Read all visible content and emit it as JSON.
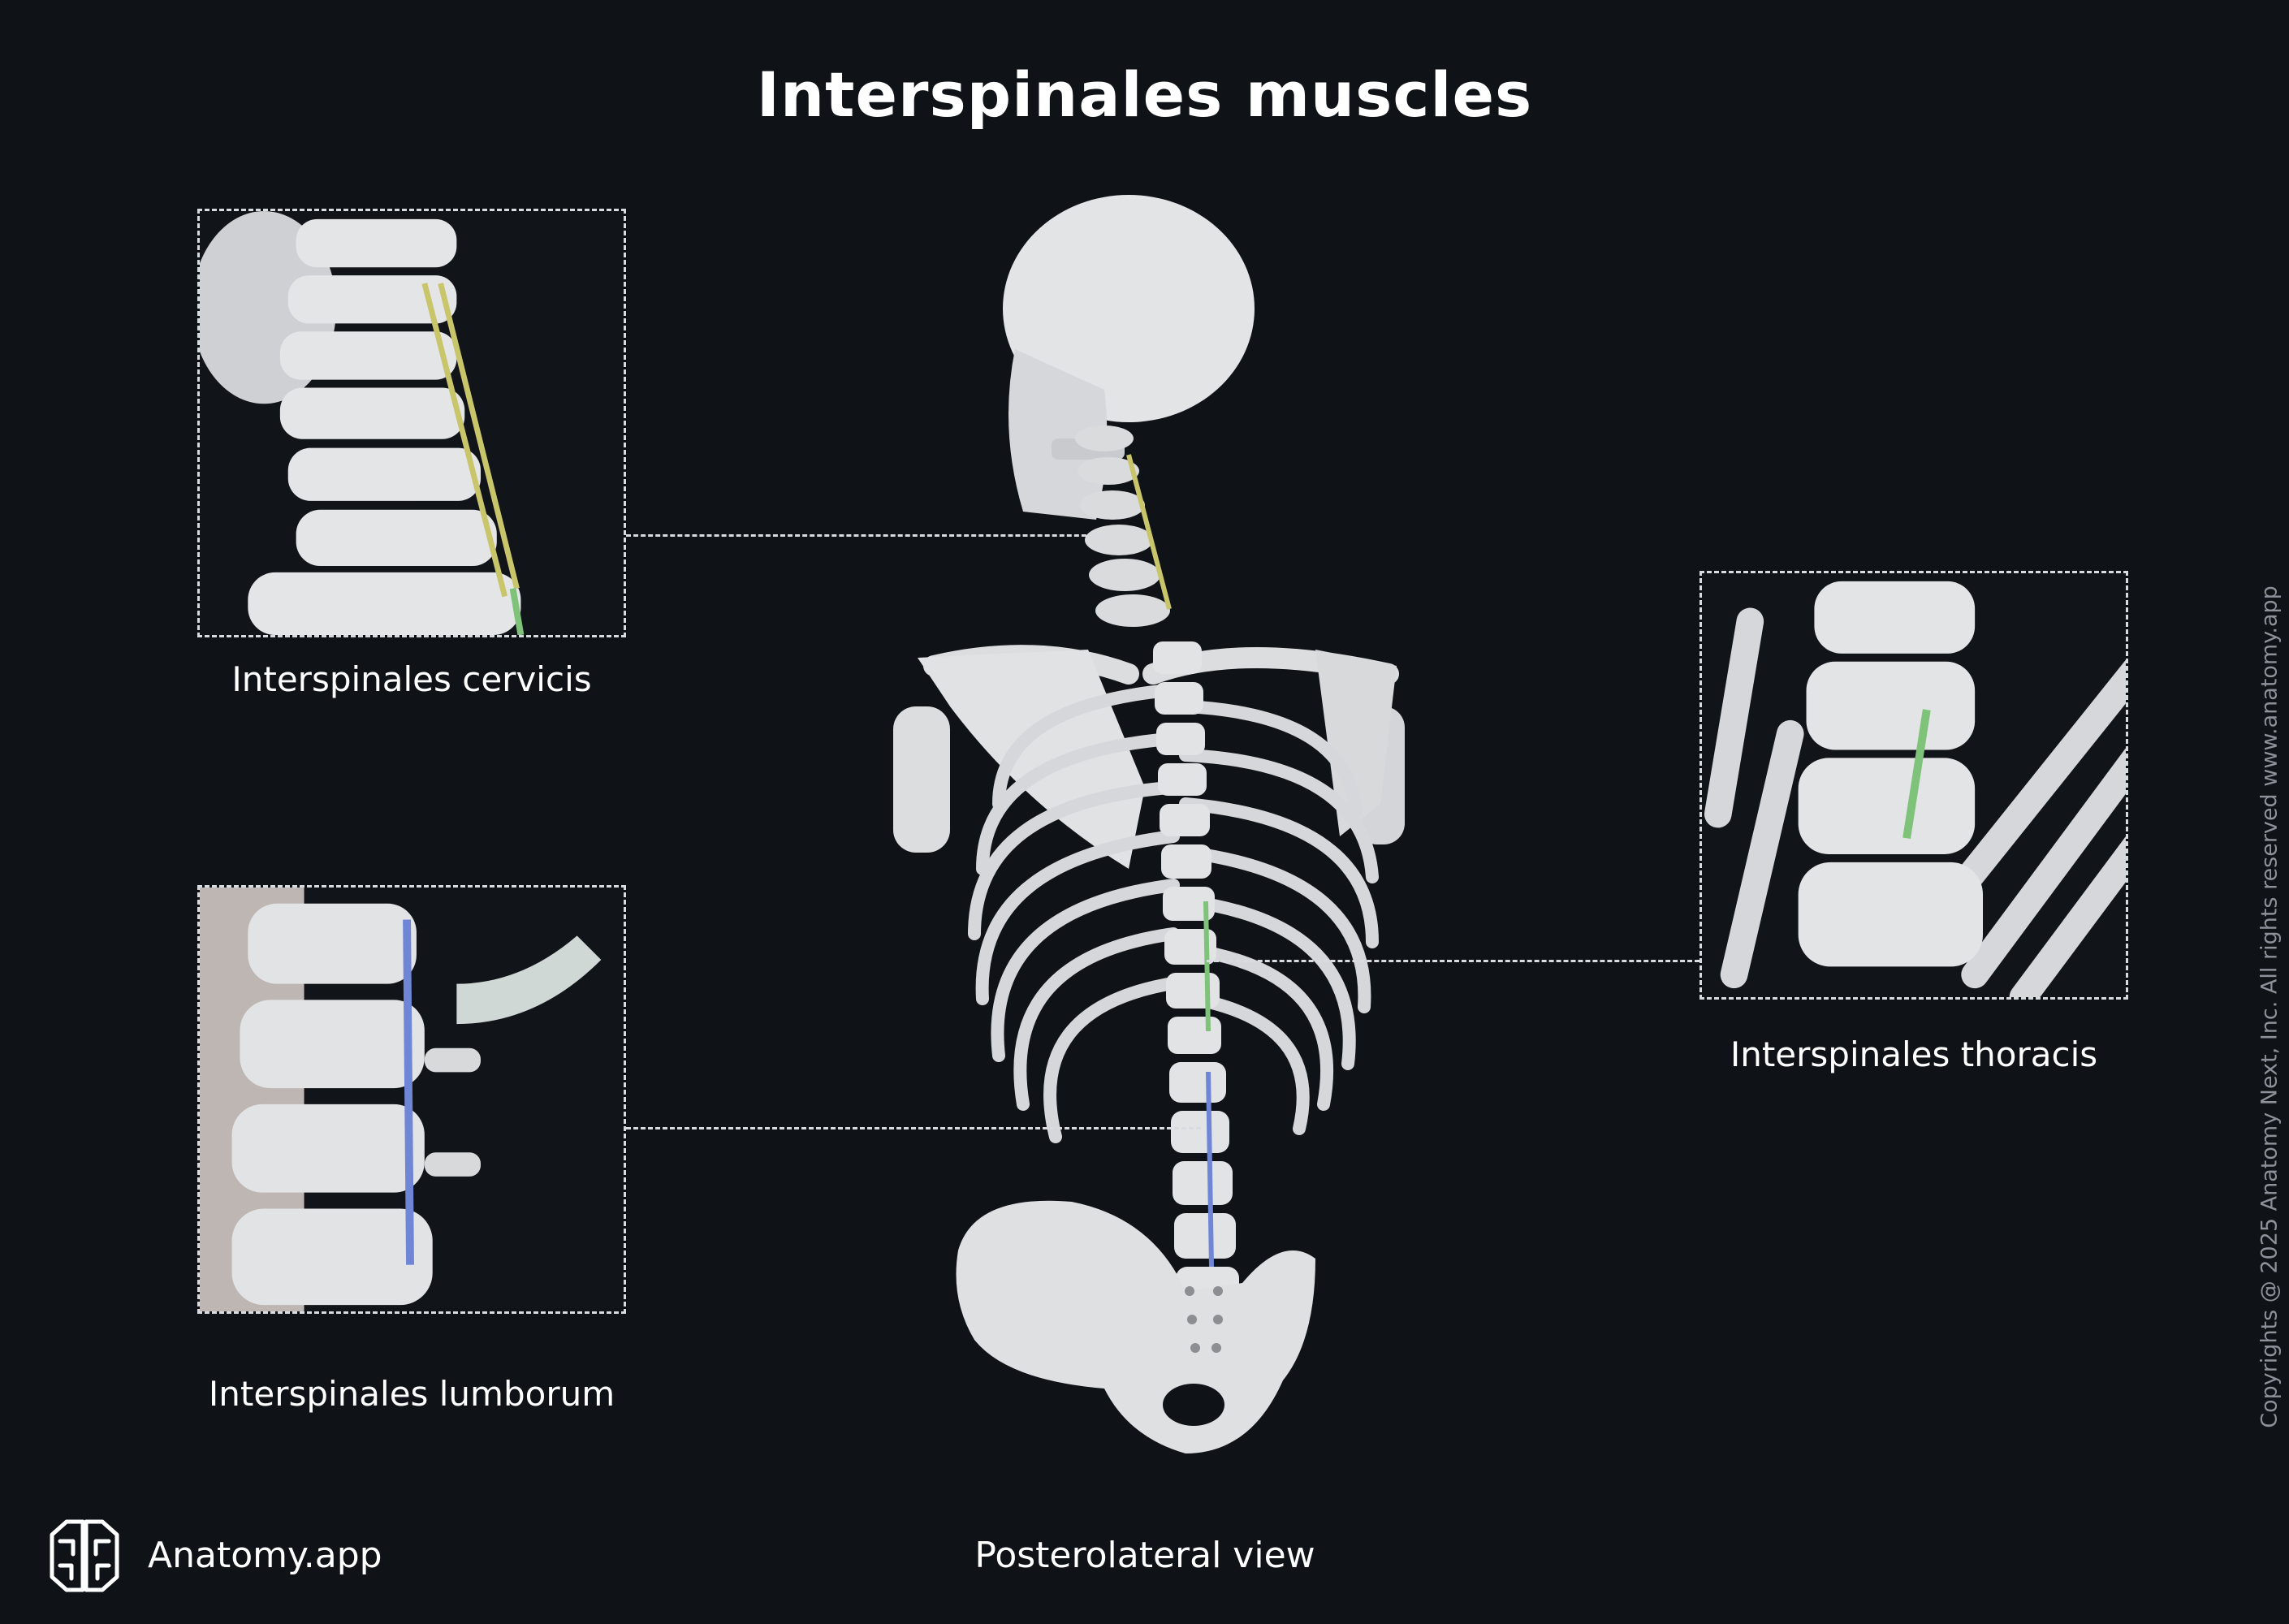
{
  "title": "Interspinales muscles",
  "labels": {
    "cervicis": "Interspinales cervicis",
    "lumborum": "Interspinales lumborum",
    "thoracis": "Interspinales thoracis",
    "view": "Posterolateral view"
  },
  "brand": {
    "name": "Anatomy.app",
    "logo_icon": "brain-logo-icon"
  },
  "copyright": "Copyrights @ 2025 Anatomy Next, Inc. All rights reserved www.anatomy.app",
  "colors": {
    "background": "#0f1217",
    "bone": "#e3e4e6",
    "cervicis_muscle": "#c9c56b",
    "thoracis_muscle": "#7fc27a",
    "lumborum_muscle": "#6f86d6",
    "dashed_line": "#d8dbe0"
  }
}
